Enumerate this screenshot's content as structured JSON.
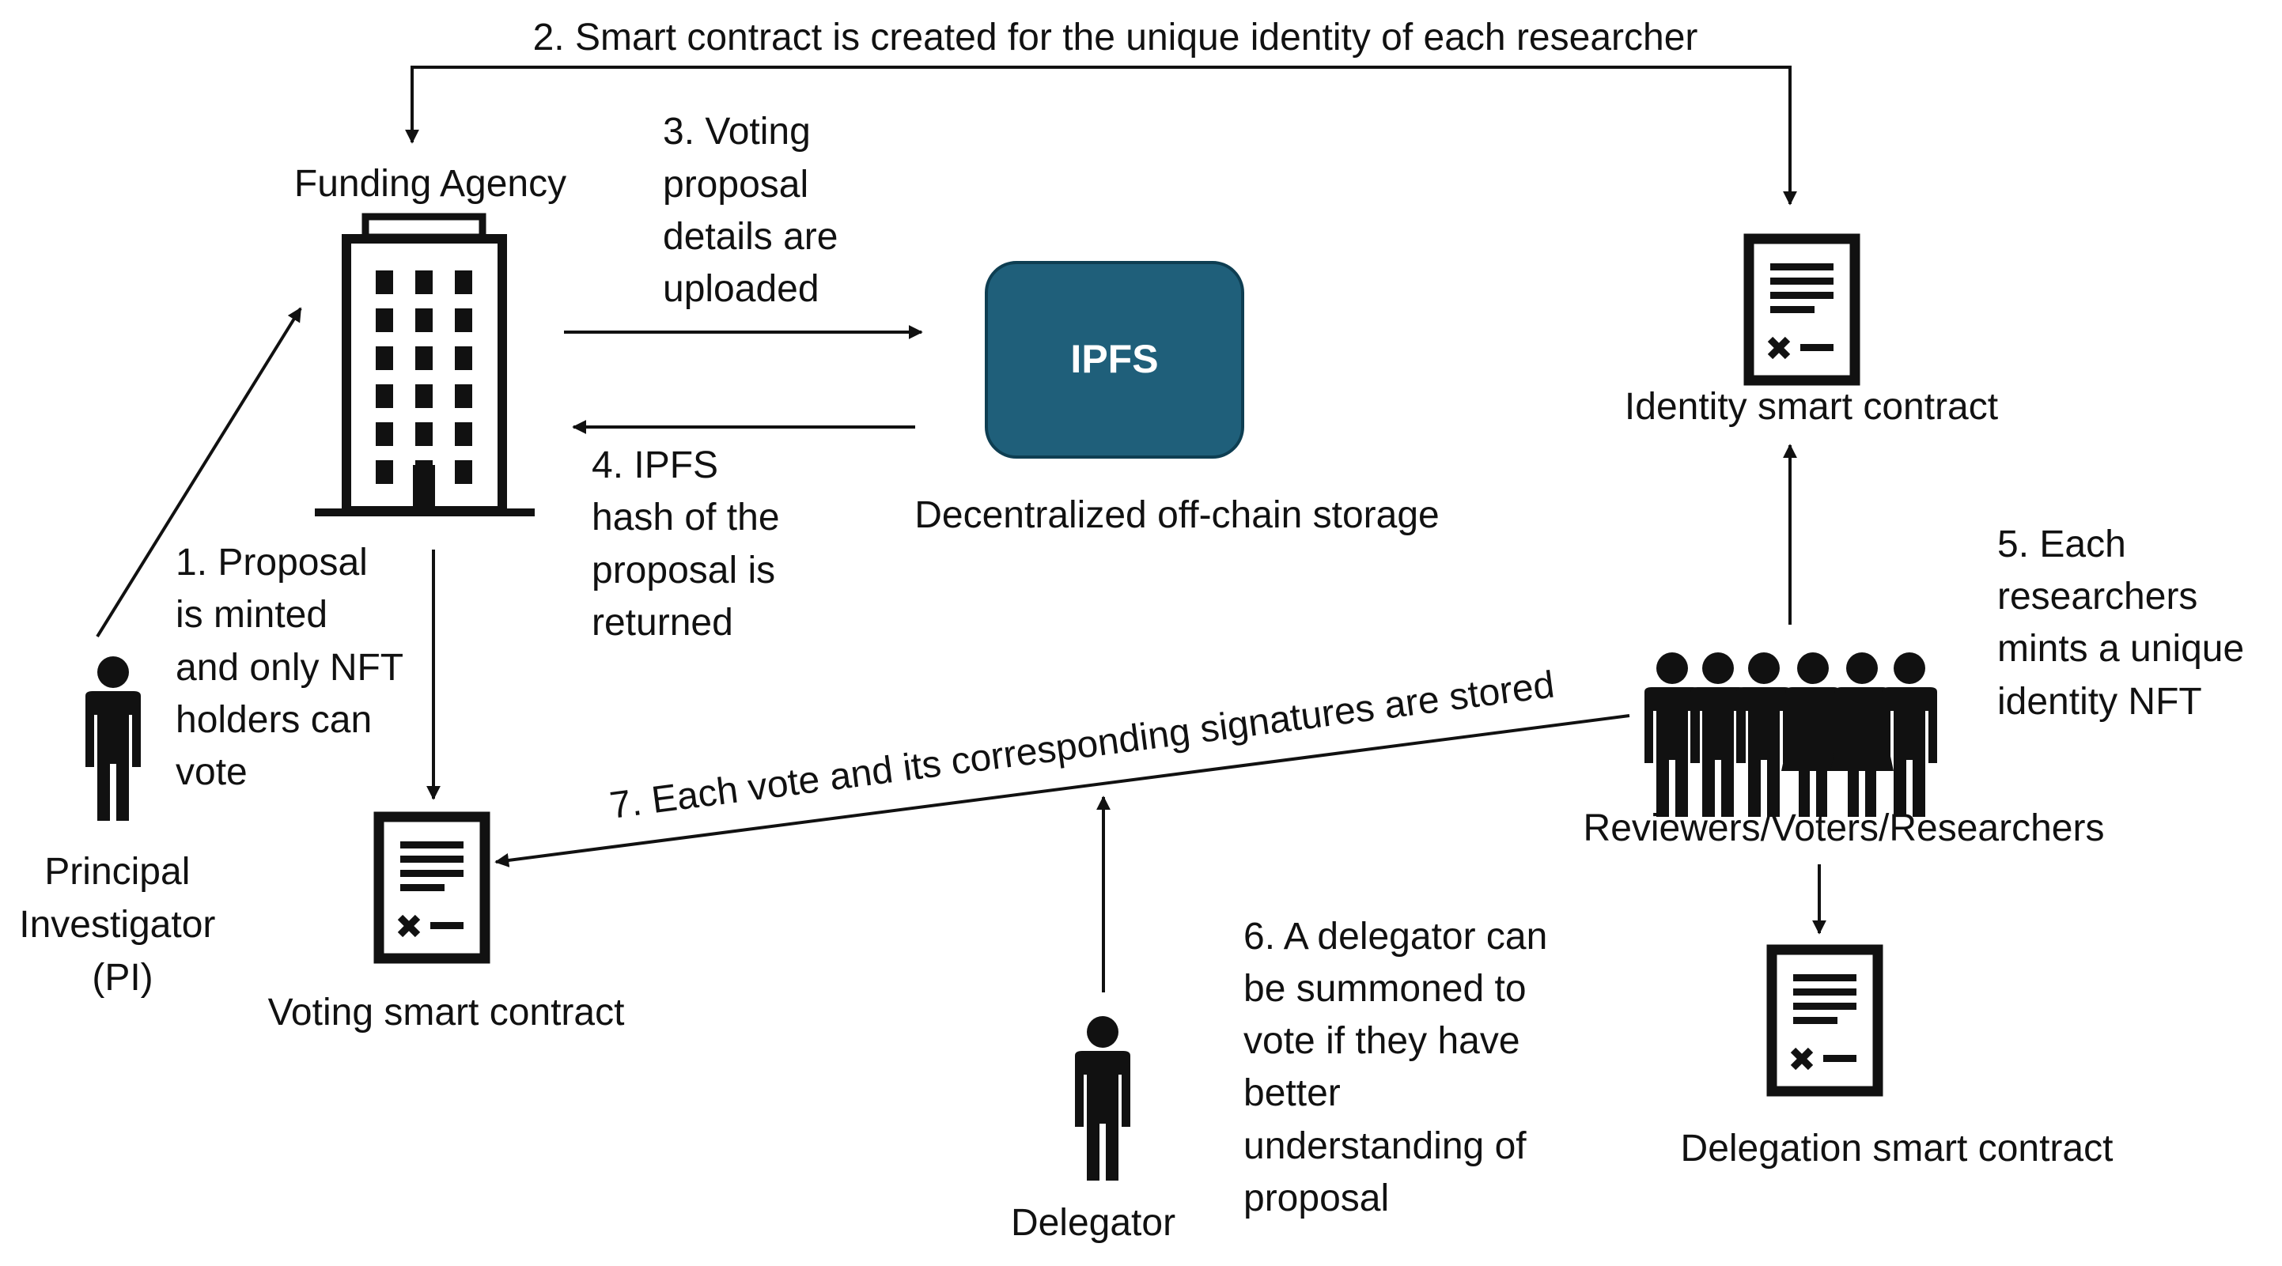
{
  "nodes": {
    "funding_agency": "Funding Agency",
    "ipfs": "IPFS",
    "ipfs_caption": "Decentralized off-chain storage",
    "identity_contract": "Identity smart contract",
    "voting_contract": "Voting smart contract",
    "delegation_contract": "Delegation smart contract",
    "pi": [
      "Principal",
      "Investigator",
      "(PI)"
    ],
    "reviewers": "Reviewers/Voters/Researchers",
    "delegator": "Delegator"
  },
  "steps": {
    "s1": [
      "1. Proposal",
      "is minted",
      "and only NFT",
      "holders can",
      "vote"
    ],
    "s2": "2. Smart contract is created for the unique identity of each researcher",
    "s3": [
      "3. Voting",
      "proposal",
      "details are",
      "uploaded"
    ],
    "s4": [
      "4. IPFS",
      "hash of the",
      "proposal is",
      "returned"
    ],
    "s5": [
      "5. Each",
      "researchers",
      "mints a unique",
      "identity NFT"
    ],
    "s6": [
      "6. A delegator can",
      "be summoned to",
      "vote if they have",
      "better",
      "understanding of",
      "proposal"
    ],
    "s7": "7. Each vote and its corresponding signatures are stored"
  },
  "colors": {
    "ipfs_fill": "#1f5f7a",
    "ipfs_border": "#0e3e52",
    "line": "#111111"
  },
  "icons": {
    "building": "building-icon",
    "document": "document-icon",
    "person": "person-icon",
    "group": "group-of-people-icon"
  }
}
